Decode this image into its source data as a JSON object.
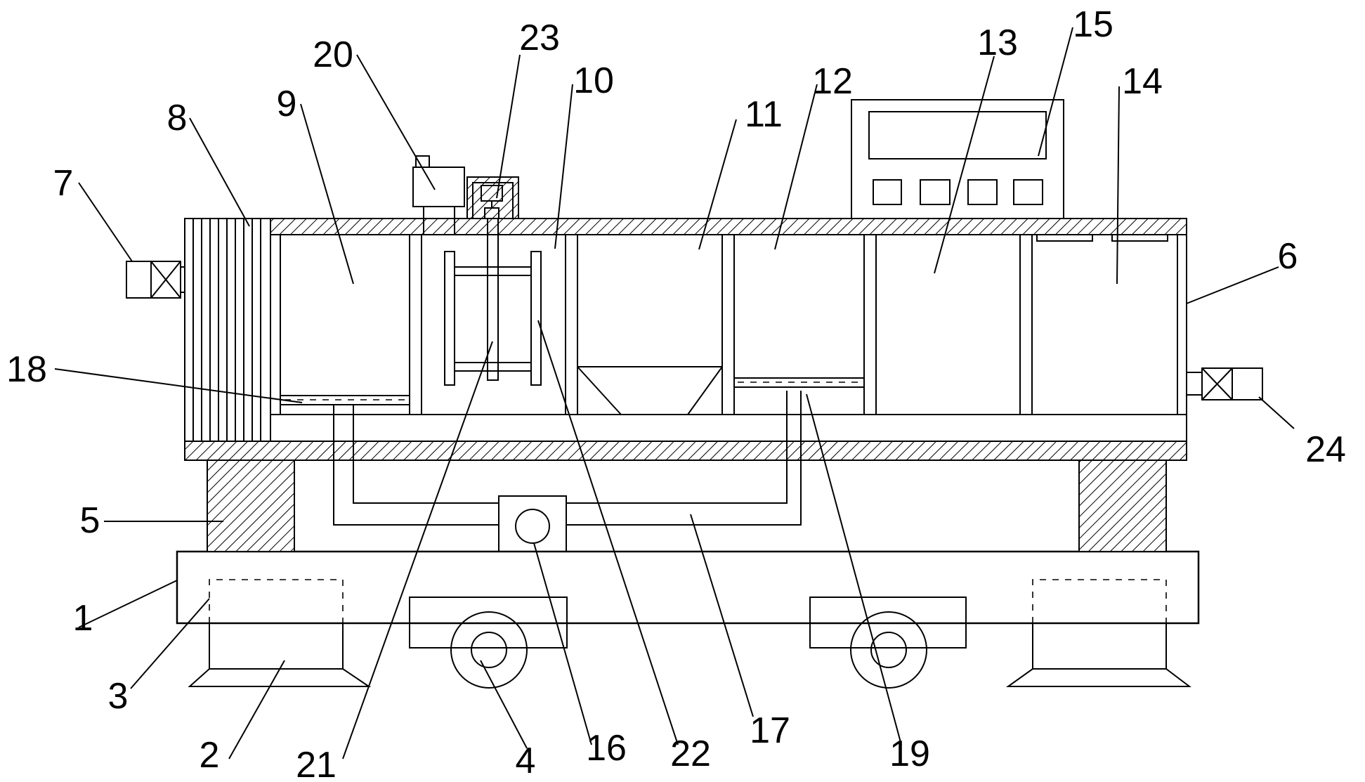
{
  "figure": {
    "labels": [
      {
        "id": "L1",
        "text": "1"
      },
      {
        "id": "L2",
        "text": "2"
      },
      {
        "id": "L3",
        "text": "3"
      },
      {
        "id": "L4",
        "text": "4"
      },
      {
        "id": "L5",
        "text": "5"
      },
      {
        "id": "L6",
        "text": "6"
      },
      {
        "id": "L7",
        "text": "7"
      },
      {
        "id": "L8",
        "text": "8"
      },
      {
        "id": "L9",
        "text": "9"
      },
      {
        "id": "L10",
        "text": "10"
      },
      {
        "id": "L11",
        "text": "11"
      },
      {
        "id": "L12",
        "text": "12"
      },
      {
        "id": "L13",
        "text": "13"
      },
      {
        "id": "L14",
        "text": "14"
      },
      {
        "id": "L15",
        "text": "15"
      },
      {
        "id": "L16",
        "text": "16"
      },
      {
        "id": "L17",
        "text": "17"
      },
      {
        "id": "L18",
        "text": "18"
      },
      {
        "id": "L19",
        "text": "19"
      },
      {
        "id": "L20",
        "text": "20"
      },
      {
        "id": "L21",
        "text": "21"
      },
      {
        "id": "L22",
        "text": "22"
      },
      {
        "id": "L23",
        "text": "23"
      },
      {
        "id": "L24",
        "text": "24"
      }
    ]
  }
}
